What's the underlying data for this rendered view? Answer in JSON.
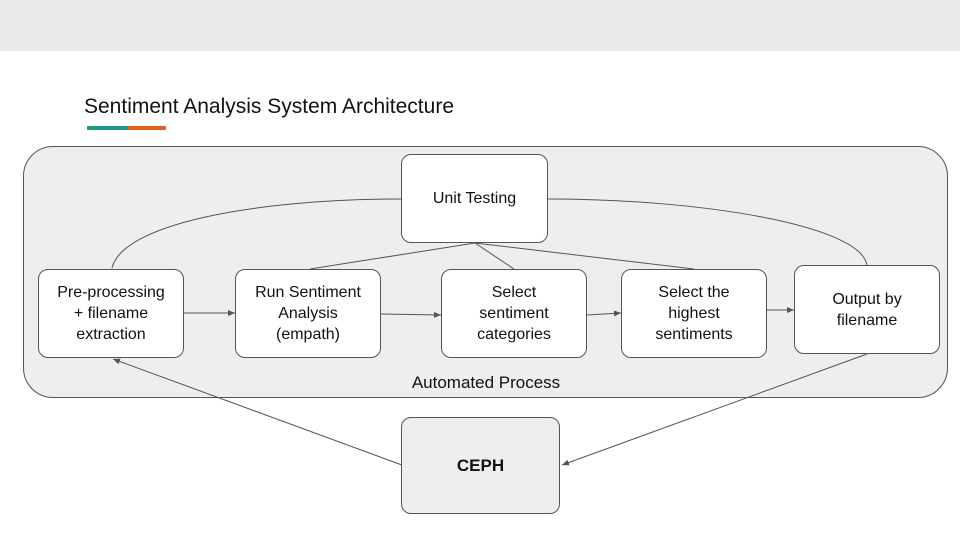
{
  "slide": {
    "title": "Sentiment Analysis System Architecture",
    "accent_colors": [
      "#1a9a8a",
      "#e0611e"
    ]
  },
  "diagram": {
    "container_label": "Automated Process",
    "nodes": {
      "unit_testing": "Unit Testing",
      "preprocessing": "Pre-processing\n+ filename\nextraction",
      "run_sentiment": "Run Sentiment\nAnalysis\n(empath)",
      "select_categories": "Select\nsentiment\ncategories",
      "select_highest": "Select the\nhighest\nsentiments",
      "output": "Output by\nfilename",
      "storage": "CEPH"
    },
    "edges": [
      {
        "from": "preprocessing",
        "to": "run_sentiment",
        "arrow": true
      },
      {
        "from": "run_sentiment",
        "to": "select_categories",
        "arrow": true
      },
      {
        "from": "select_categories",
        "to": "select_highest",
        "arrow": true
      },
      {
        "from": "select_highest",
        "to": "output",
        "arrow": true
      },
      {
        "from": "output",
        "to": "storage",
        "arrow": true
      },
      {
        "from": "storage",
        "to": "preprocessing",
        "arrow": true
      },
      {
        "from": "unit_testing",
        "to": "preprocessing",
        "arrow": false
      },
      {
        "from": "unit_testing",
        "to": "run_sentiment",
        "arrow": false
      },
      {
        "from": "unit_testing",
        "to": "select_categories",
        "arrow": false
      },
      {
        "from": "unit_testing",
        "to": "select_highest",
        "arrow": false
      },
      {
        "from": "unit_testing",
        "to": "output",
        "arrow": false
      }
    ]
  }
}
